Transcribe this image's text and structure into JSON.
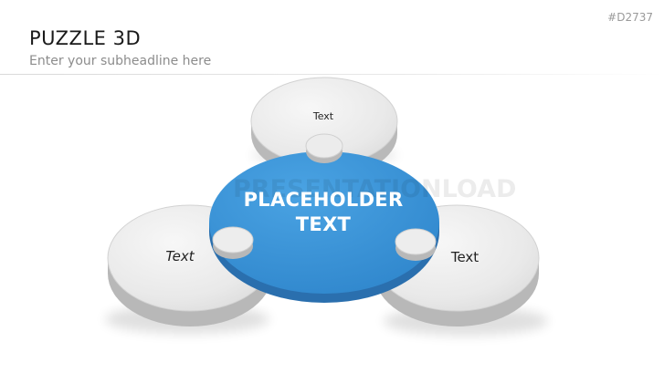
{
  "slide": {
    "title": "PUZZLE 3D",
    "subtitle": "Enter your subheadline here",
    "code": "#D2737"
  },
  "watermark": "PRESENTATIONLOAD",
  "pieces": {
    "top": {
      "label": "Text"
    },
    "left": {
      "label": "Text"
    },
    "right": {
      "label": "Text"
    },
    "center": {
      "line1": "PLACEHOLDER",
      "line2": "TEXT"
    }
  },
  "colors": {
    "center_fill": "#3b93d6",
    "center_side": "#2a6fae",
    "gray_top": "#ececec",
    "gray_side": "#bdbdbd"
  }
}
